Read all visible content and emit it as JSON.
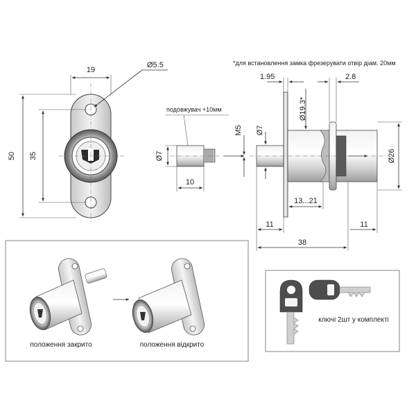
{
  "note": "*для встановлення замка фрезерувати отвір діам. 20мм",
  "front_view": {
    "dim_width": "19",
    "dim_hole": "Ø5.5",
    "dim_height": "50",
    "dim_hole_spacing": "35"
  },
  "extender": {
    "label": "подовжувач +10мм",
    "dim_diameter": "Ø7",
    "dim_length": "10"
  },
  "side_view": {
    "dim_plate": "1.95",
    "dim_flange": "2.8",
    "dim_cutout": "Ø19.3*",
    "dim_thread": "M5",
    "dim_pin": "Ø7",
    "dim_body": "Ø26",
    "dim_range": "13...21",
    "dim_left": "11",
    "dim_right": "11",
    "dim_total": "38"
  },
  "states": {
    "closed_label": "положення закрито",
    "open_label": "положення відкрито"
  },
  "keys": {
    "caption": "ключі 2шт у комплекті"
  },
  "colors": {
    "metal": "#d9d9d9",
    "metal_dark": "#9a9a9a",
    "key_dark": "#4d4d4d",
    "frame": "#666666"
  }
}
